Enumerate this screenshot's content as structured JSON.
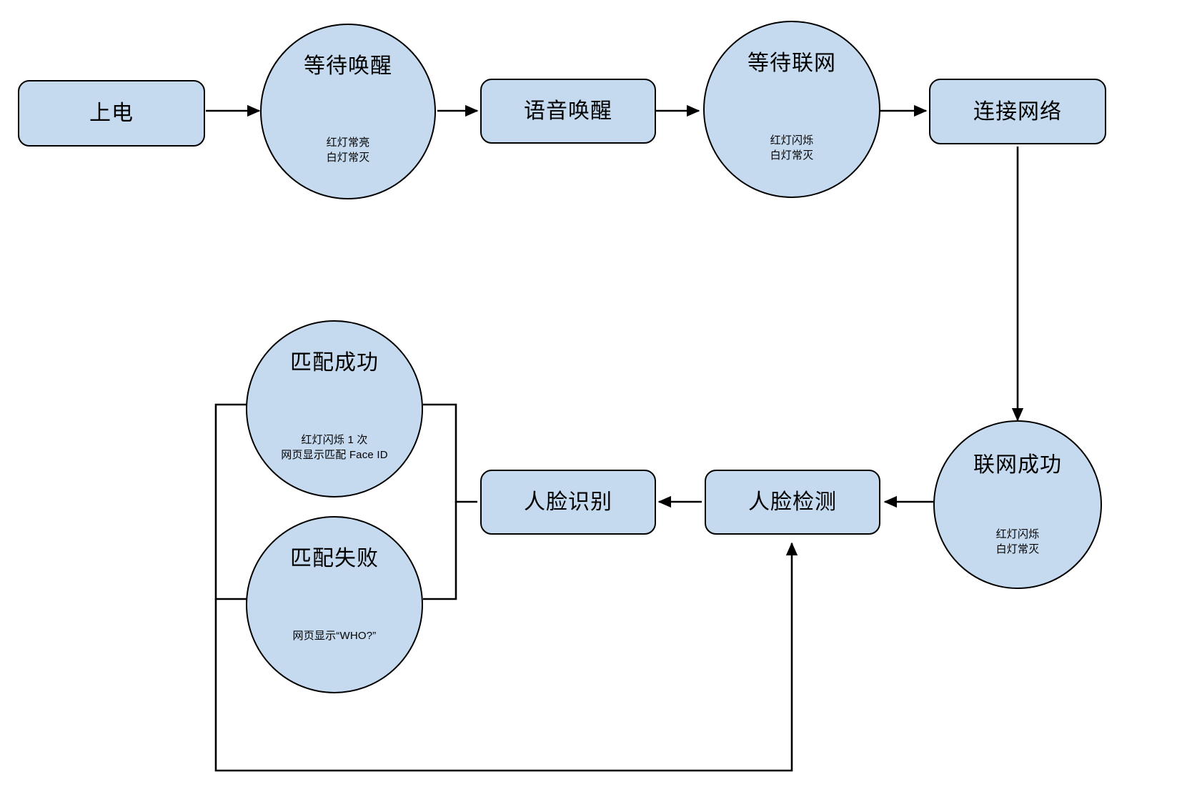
{
  "diagram": {
    "type": "flowchart",
    "title_text": "",
    "palette": {
      "node_fill": "#c5daef",
      "node_stroke": "#000000",
      "edge_stroke": "#000000",
      "background": "#ffffff",
      "text": "#000000"
    },
    "nodes": [
      {
        "id": "power-on",
        "shape": "rect",
        "label": "上电",
        "detail": ""
      },
      {
        "id": "wait-wakeup",
        "shape": "circle",
        "label": "等待唤醒",
        "detail": "红灯常亮\n白灯常灭"
      },
      {
        "id": "voice-wakeup",
        "shape": "rect",
        "label": "语音唤醒",
        "detail": ""
      },
      {
        "id": "wait-network",
        "shape": "circle",
        "label": "等待联网",
        "detail": "红灯闪烁\n白灯常灭"
      },
      {
        "id": "connect-network",
        "shape": "rect",
        "label": "连接网络",
        "detail": ""
      },
      {
        "id": "network-success",
        "shape": "circle",
        "label": "联网成功",
        "detail": "红灯闪烁\n白灯常灭"
      },
      {
        "id": "face-detection",
        "shape": "rect",
        "label": "人脸检测",
        "detail": ""
      },
      {
        "id": "face-recognition",
        "shape": "rect",
        "label": "人脸识别",
        "detail": ""
      },
      {
        "id": "match-success",
        "shape": "circle",
        "label": "匹配成功",
        "detail": "红灯闪烁 1 次\n网页显示匹配 Face ID"
      },
      {
        "id": "match-fail",
        "shape": "circle",
        "label": "匹配失败",
        "detail": "网页显示“WHO?”"
      }
    ],
    "edges": [
      {
        "from": "power-on",
        "to": "wait-wakeup",
        "arrow": true
      },
      {
        "from": "wait-wakeup",
        "to": "voice-wakeup",
        "arrow": true
      },
      {
        "from": "voice-wakeup",
        "to": "wait-network",
        "arrow": true
      },
      {
        "from": "wait-network",
        "to": "connect-network",
        "arrow": true
      },
      {
        "from": "connect-network",
        "to": "network-success",
        "arrow": true
      },
      {
        "from": "network-success",
        "to": "face-detection",
        "arrow": true
      },
      {
        "from": "face-detection",
        "to": "face-recognition",
        "arrow": true
      },
      {
        "from": "face-recognition",
        "to": "match-success",
        "arrow": false
      },
      {
        "from": "face-recognition",
        "to": "match-fail",
        "arrow": false
      },
      {
        "from": "match-fail",
        "to": "face-detection",
        "arrow": true
      }
    ]
  }
}
